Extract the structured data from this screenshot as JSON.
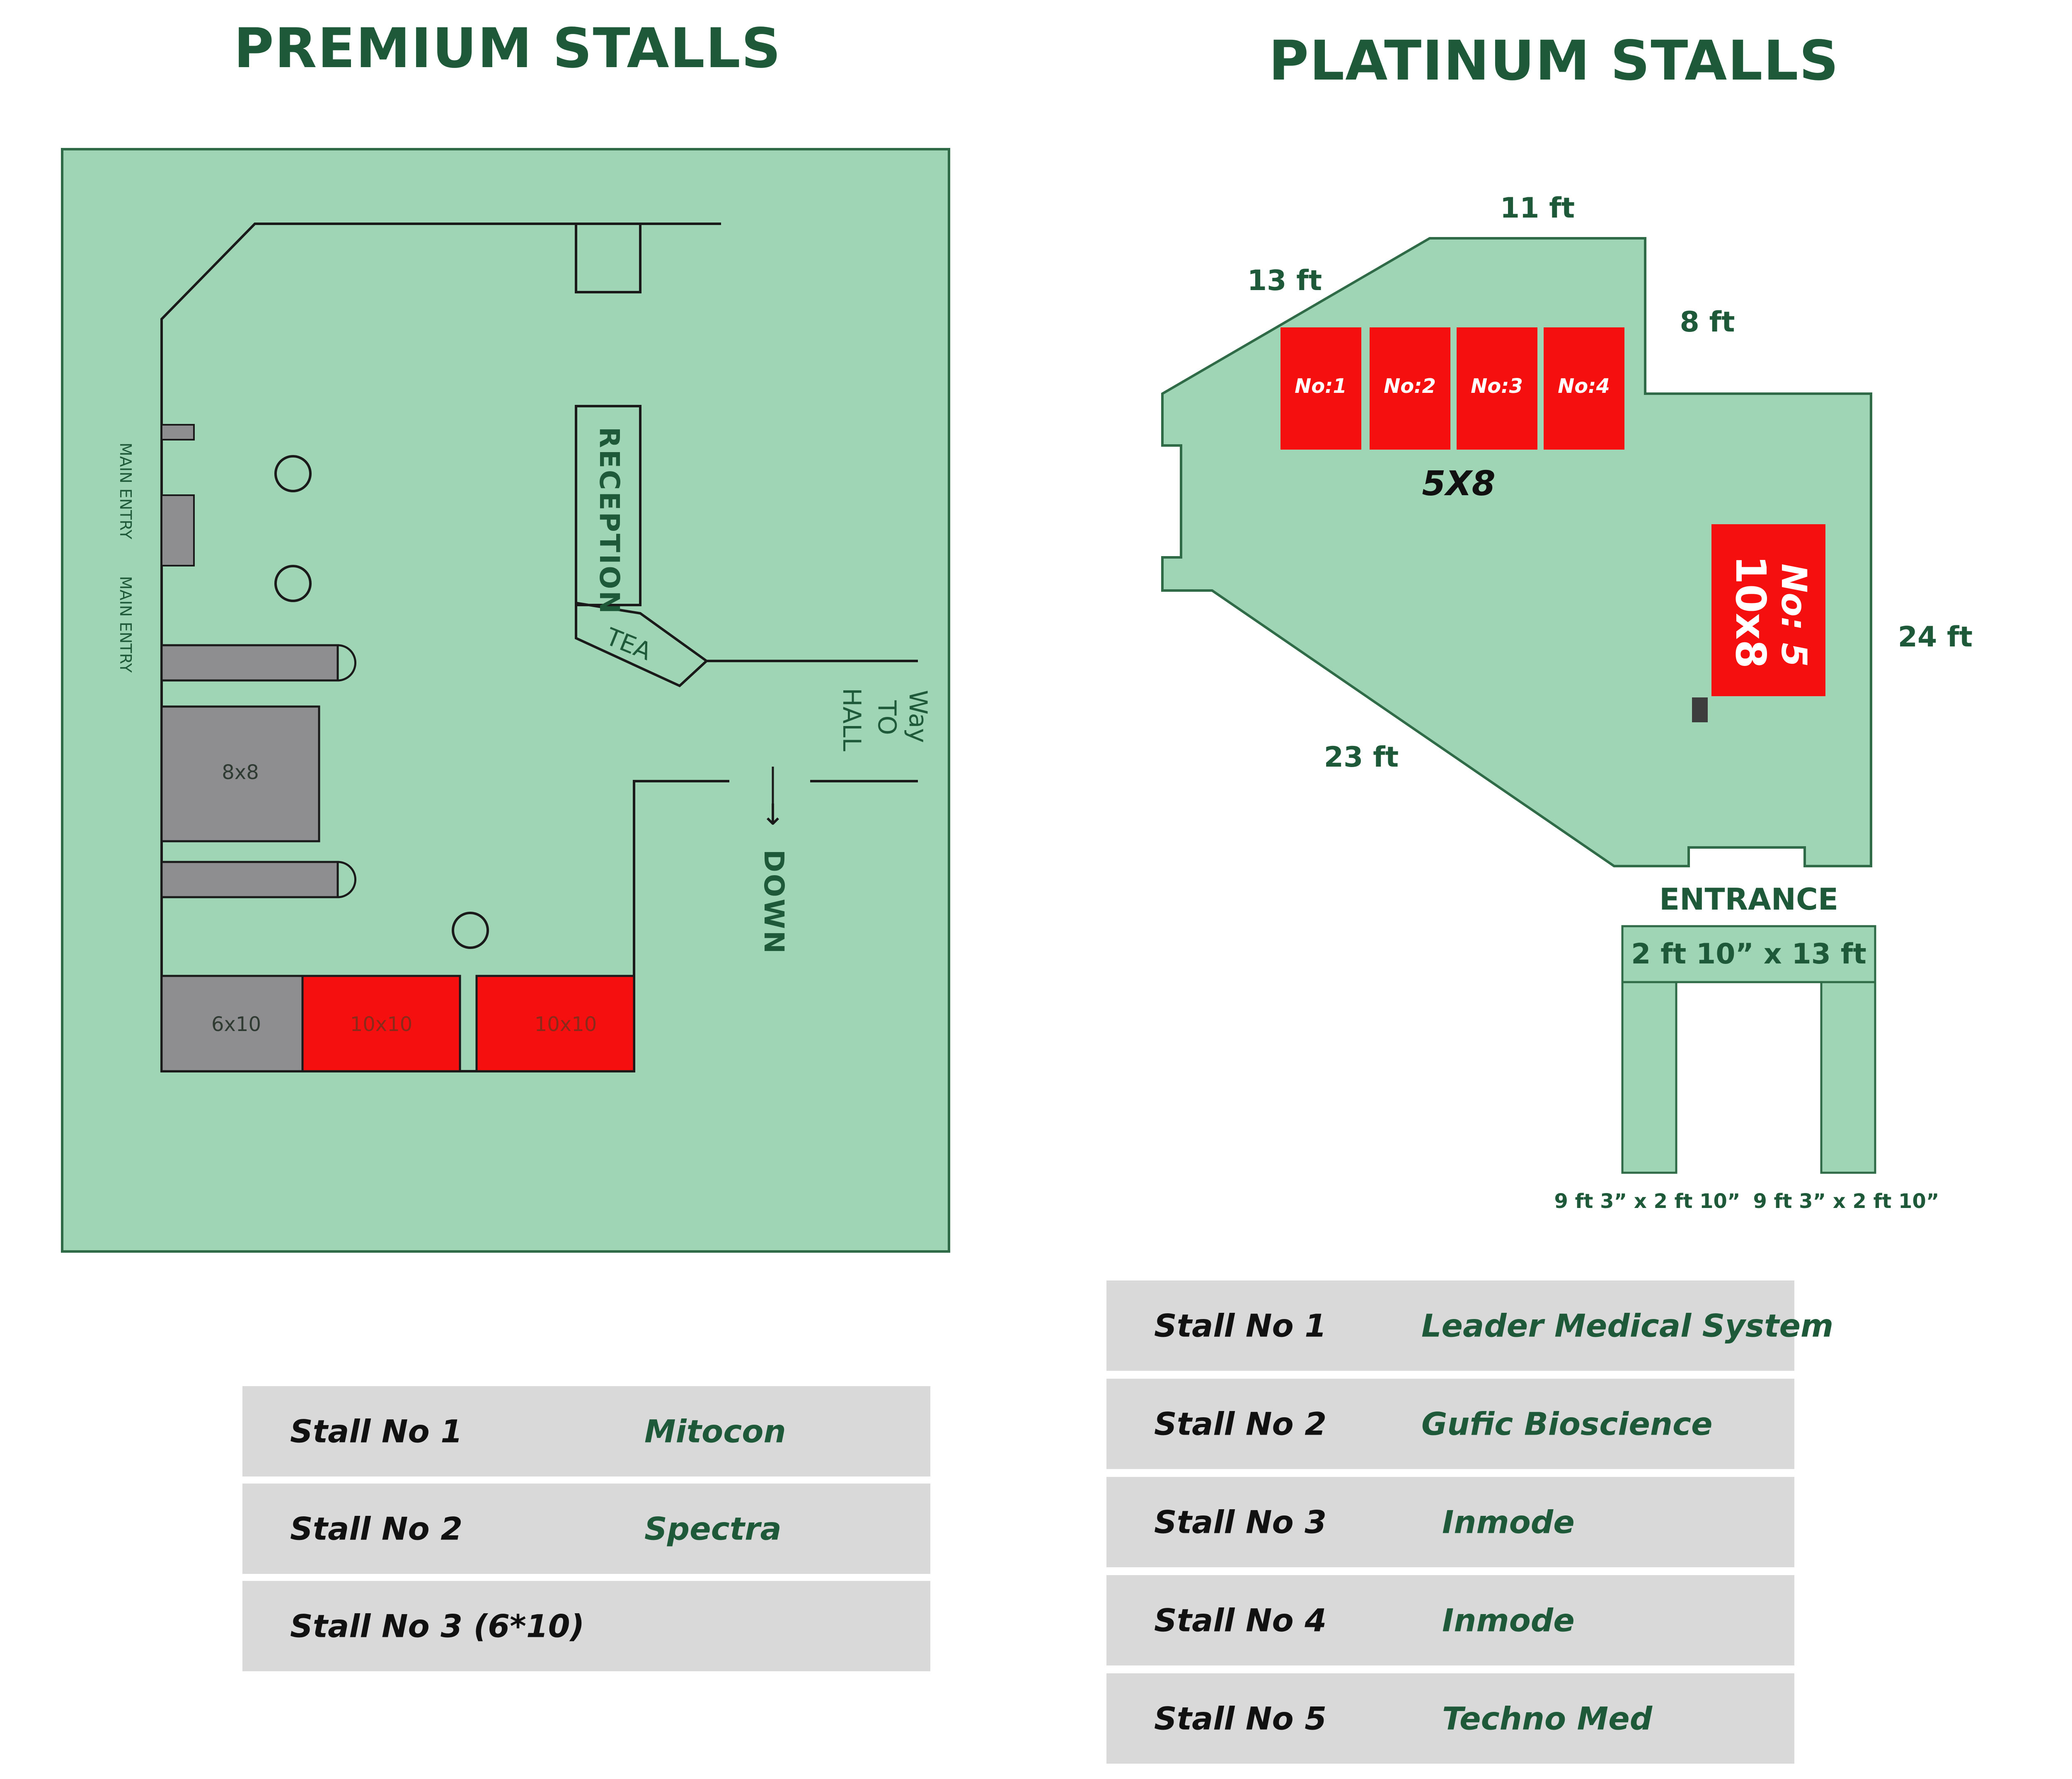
{
  "premium": {
    "title": "PREMIUM STALLS",
    "labels": {
      "main_entry_1": "MAIN ENTRY",
      "main_entry_2": "MAIN ENTRY",
      "reception": "RECEPTION",
      "tea": "TEA",
      "way_to_hall_1": "Way",
      "way_to_hall_2": "TO",
      "way_to_hall_3": "HALL",
      "down": "DOWN",
      "down_arrow": "↓",
      "stall_8x8": "8x8",
      "stall_6x10": "6x10",
      "stall_10x10_a": "10x10",
      "stall_10x10_b": "10x10"
    },
    "table": [
      {
        "stall": "Stall No 1",
        "name": "Mitocon"
      },
      {
        "stall": "Stall No 2",
        "name": "Spectra"
      },
      {
        "stall": "Stall No 3  (6*10)",
        "name": ""
      }
    ]
  },
  "platinum": {
    "title": "PLATINUM STALLS",
    "dims": {
      "top": "11 ft",
      "upper_left": "13 ft",
      "right_upper": "8 ft",
      "right": "24 ft",
      "lower_left": "23 ft"
    },
    "stalls": {
      "s1": "No:1",
      "s2": "No:2",
      "s3": "No:3",
      "s4": "No:4",
      "row_size": "5X8",
      "s5": "No: 5",
      "s5_size": "10x8"
    },
    "entrance": {
      "label": "ENTRANCE",
      "top_size": "2 ft 10” x 13 ft",
      "left_size": "9 ft 3” x 2 ft 10”",
      "right_size": "9 ft 3” x 2 ft 10”"
    },
    "table": [
      {
        "stall": "Stall No 1",
        "name": "Leader Medical  System"
      },
      {
        "stall": "Stall No 2",
        "name": "Gufic Bioscience"
      },
      {
        "stall": "Stall No 3",
        "name": "Inmode"
      },
      {
        "stall": "Stall No 4",
        "name": "Inmode"
      },
      {
        "stall": "Stall No 5",
        "name": "Techno Med"
      }
    ]
  },
  "colors": {
    "floor": "#9fd5b5",
    "stall_red": "#f5100f",
    "stall_grey": "#8e8e90",
    "title_green": "#1e5a3a",
    "table_bg": "#d9d9d9"
  }
}
